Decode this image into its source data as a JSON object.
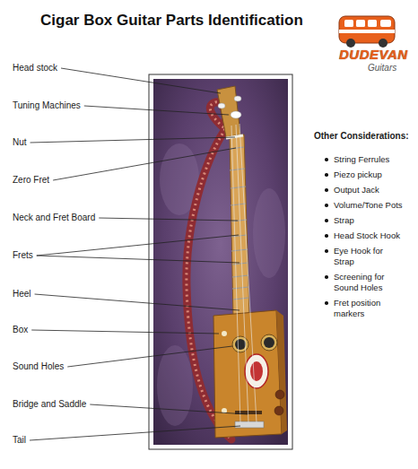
{
  "diagram": {
    "title": "Cigar Box Guitar Parts Identification",
    "labels": [
      "Head stock",
      "Tuning Machines",
      "Nut",
      "Zero Fret",
      "Neck and Fret Board",
      "Frets",
      "Heel",
      "Box",
      "Sound Holes",
      "Bridge and Saddle",
      "Tail",
      "DUDEVAN",
      "Guitars",
      "Other Considerations:",
      "String Ferrules",
      "Piezo pickup",
      "Output Jack",
      "Volume/Tone Pots",
      "Strap",
      "Head Stock Hook",
      "Eye Hook for Strap",
      "Screening for Sound Holes",
      "Fret position markers"
    ]
  }
}
